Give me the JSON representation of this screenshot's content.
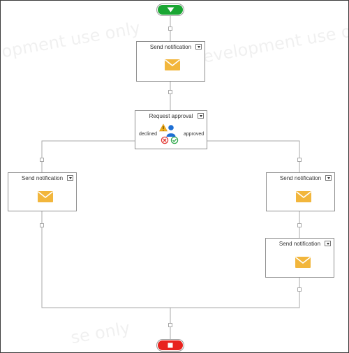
{
  "watermark": {
    "text_1": "opment use only",
    "text_2": "evelopment use only",
    "text_3": "se only"
  },
  "workflow": {
    "start_icon": "triangle-down-icon",
    "end_icon": "stop-square-icon",
    "colors": {
      "start": "#1aa633",
      "end": "#e8231e",
      "mail": "#f2b63c",
      "connector": "#a9a9a9"
    },
    "node_top": {
      "title": "Send notification",
      "icon": "envelope-icon"
    },
    "approval": {
      "title": "Request approval",
      "icon": "approval-user-icon",
      "declined_label": "declined",
      "approved_label": "approved"
    },
    "node_left": {
      "title": "Send notification",
      "icon": "envelope-icon"
    },
    "node_right_1": {
      "title": "Send notification",
      "icon": "envelope-icon"
    },
    "node_right_2": {
      "title": "Send notification",
      "icon": "envelope-icon"
    }
  }
}
